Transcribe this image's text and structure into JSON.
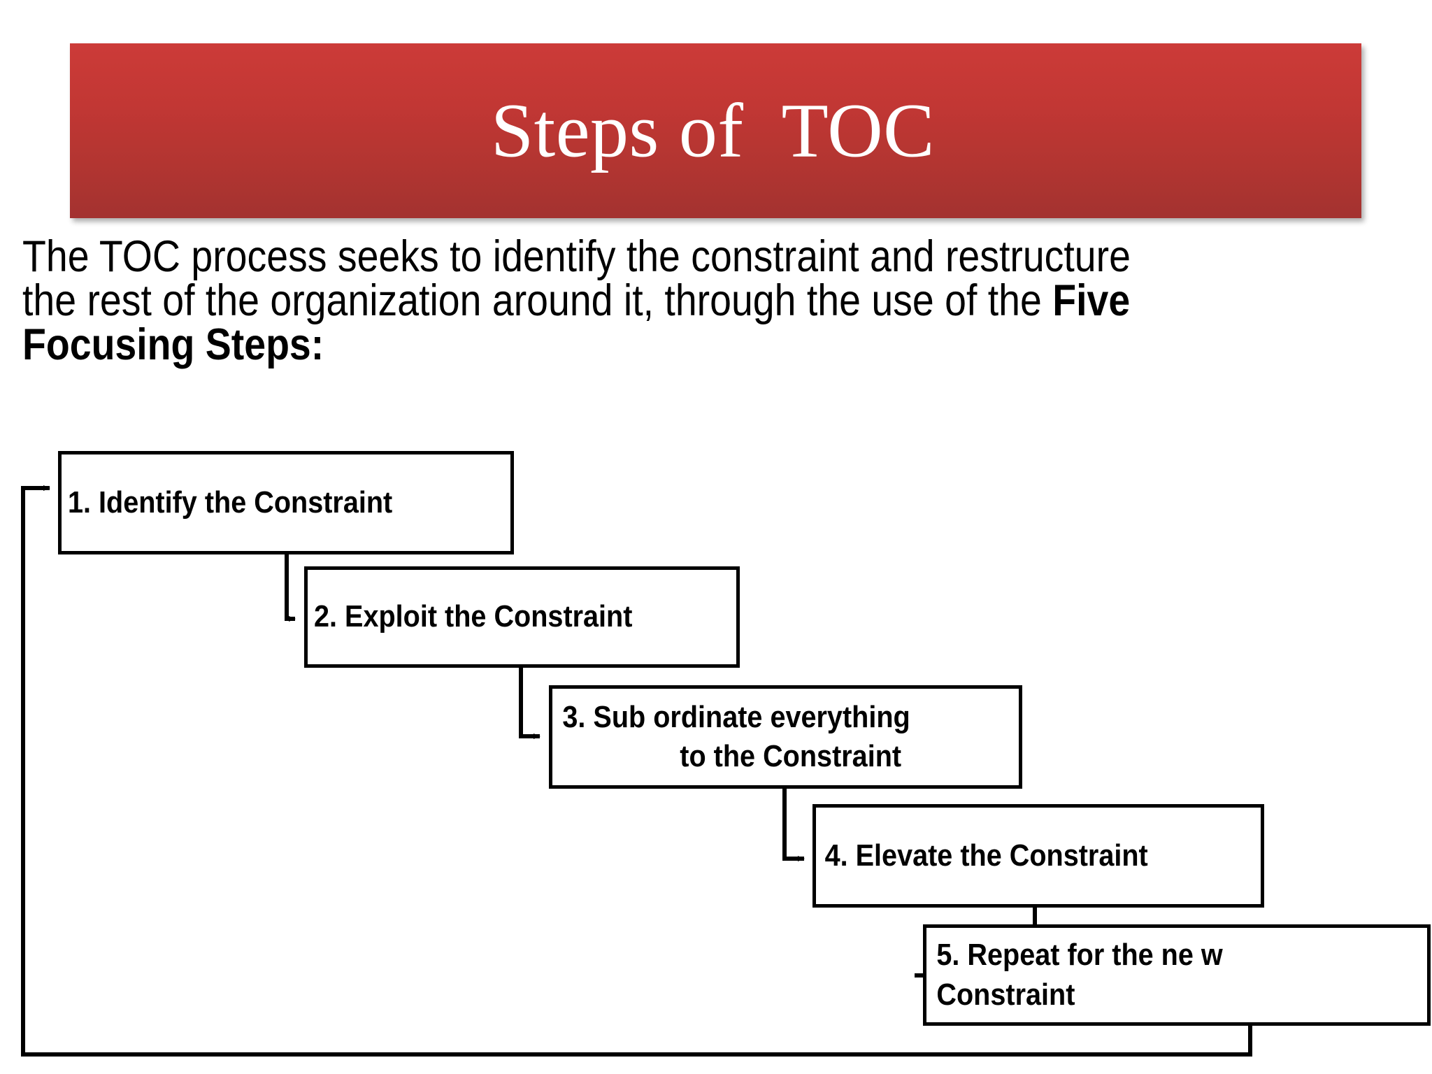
{
  "slide": {
    "title": "Steps of  TOC",
    "banner_color_top": "#CC3B38",
    "banner_color_bottom": "#A33230",
    "title_color": "#FFFFFF",
    "background_color": "#FFFFFF"
  },
  "body": {
    "paragraph_plain": "The TOC process seeks to identify the constraint and restructure the rest of the organization around it, through the use of the Five Focusing Steps:",
    "line1": "The TOC process seeks to identify the constraint and restructure",
    "line2_normal": "the rest of the organization around it, through the use of the ",
    "line2_bold": "Five",
    "line3_bold": "Focusing Steps:"
  },
  "diagram": {
    "type": "flowchart-cascade",
    "loop_label": "feedback loop from step 5 back to step 1",
    "steps": [
      {
        "number": "1.",
        "lines": [
          "1. Identify the Constraint"
        ]
      },
      {
        "number": "2.",
        "lines": [
          "2. Exploit the Constraint"
        ]
      },
      {
        "number": "3.",
        "lines": [
          "3. Sub ordinate everything",
          "to the Constraint"
        ]
      },
      {
        "number": "4.",
        "lines": [
          "4. Elevate the Constraint"
        ]
      },
      {
        "number": "5.",
        "lines": [
          "5. Repeat for the ne w",
          "Constraint"
        ]
      }
    ],
    "stroke_color": "#000000"
  }
}
